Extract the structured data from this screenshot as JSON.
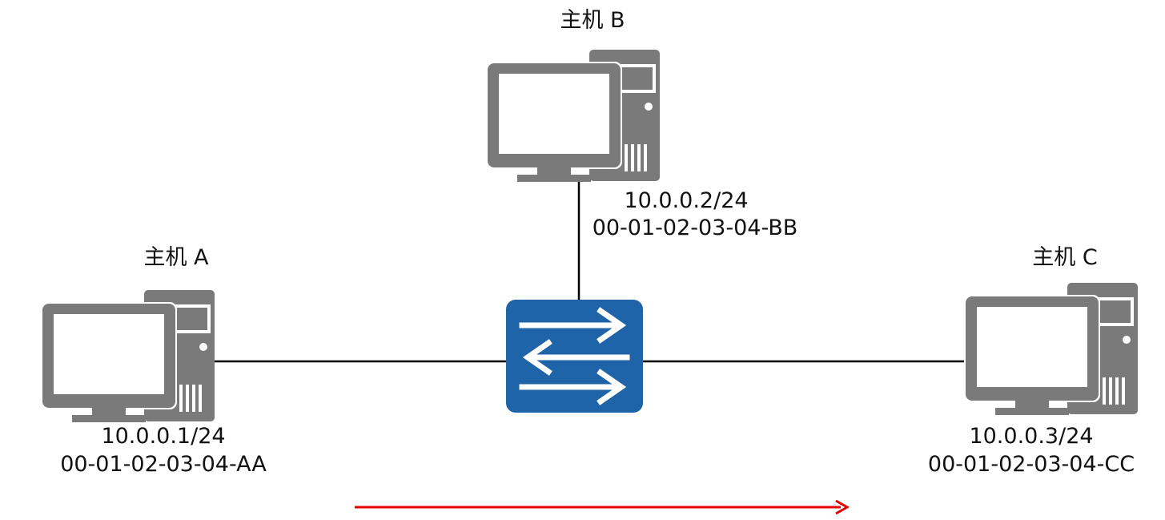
{
  "hosts": {
    "a": {
      "name": "主机 A",
      "ip": "10.0.0.1/24",
      "mac": "00-01-02-03-04-AA",
      "icon": "desktop-computer-icon"
    },
    "b": {
      "name": "主机 B",
      "ip": "10.0.0.2/24",
      "mac": "00-01-02-03-04-BB",
      "icon": "desktop-computer-icon"
    },
    "c": {
      "name": "主机 C",
      "ip": "10.0.0.3/24",
      "mac": "00-01-02-03-04-CC",
      "icon": "desktop-computer-icon"
    }
  },
  "switch": {
    "icon": "switch-arrows-icon",
    "color": "#1f64a8"
  },
  "colors": {
    "device": "#7a7a7a",
    "link": "#000000",
    "arrow": "#e60000"
  }
}
